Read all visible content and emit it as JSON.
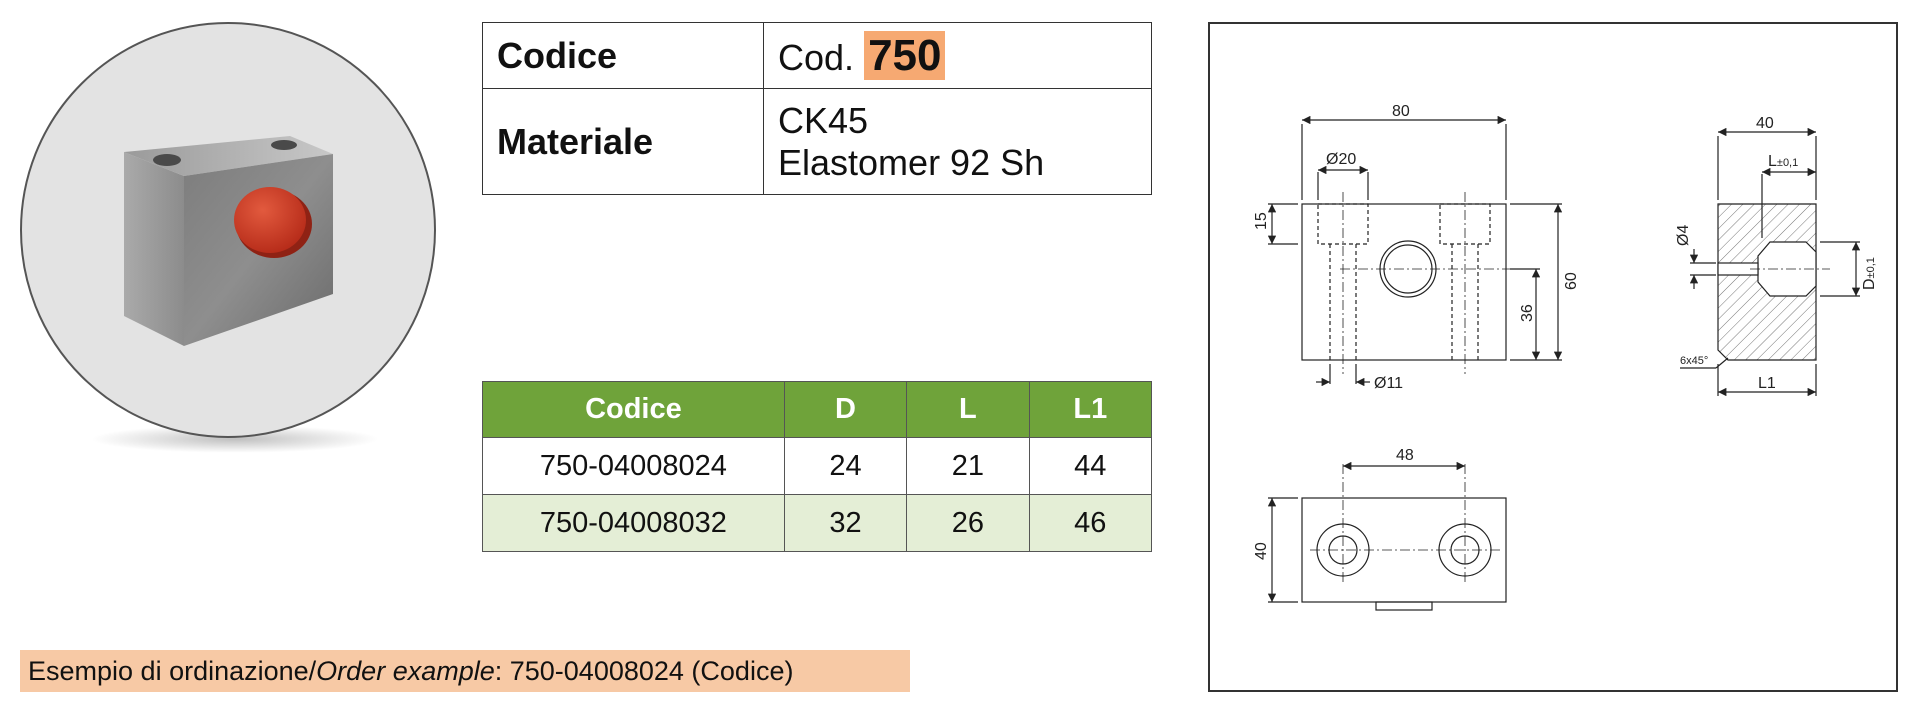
{
  "info": {
    "code_label": "Codice",
    "code_prefix": "Cod.",
    "code_number": "750",
    "material_label": "Materiale",
    "material_line1": "CK45",
    "material_line2": "Elastomer 92 Sh"
  },
  "table": {
    "headers": [
      "Codice",
      "D",
      "L",
      "L1"
    ],
    "rows": [
      [
        "750-04008024",
        "24",
        "21",
        "44"
      ],
      [
        "750-04008032",
        "32",
        "26",
        "46"
      ]
    ]
  },
  "order": {
    "prefix": "Esempio di ordinazione/",
    "italic": "Order example",
    "suffix": ": 750-04008024 (Codice)"
  },
  "drawing": {
    "front": {
      "width": "80",
      "hole_dia": "Ø20",
      "top_depth": "15",
      "height": "60",
      "center_h": "36",
      "bolt_dia": "Ø11"
    },
    "side": {
      "width": "40",
      "l_tol": "L",
      "l_tol_sup": "±0,1",
      "small_dia": "Ø4",
      "d_tol": "D",
      "d_tol_sup": "±0,1",
      "chamfer": "6x45°",
      "l1": "L1"
    },
    "top": {
      "spacing": "48",
      "depth": "40"
    }
  },
  "colors": {
    "header_green": "#6fa33a",
    "row_alt": "#e4eed6",
    "highlight_orange": "#f6a972",
    "order_bg": "#f7c9a5",
    "cap_red": "#d2402a"
  }
}
